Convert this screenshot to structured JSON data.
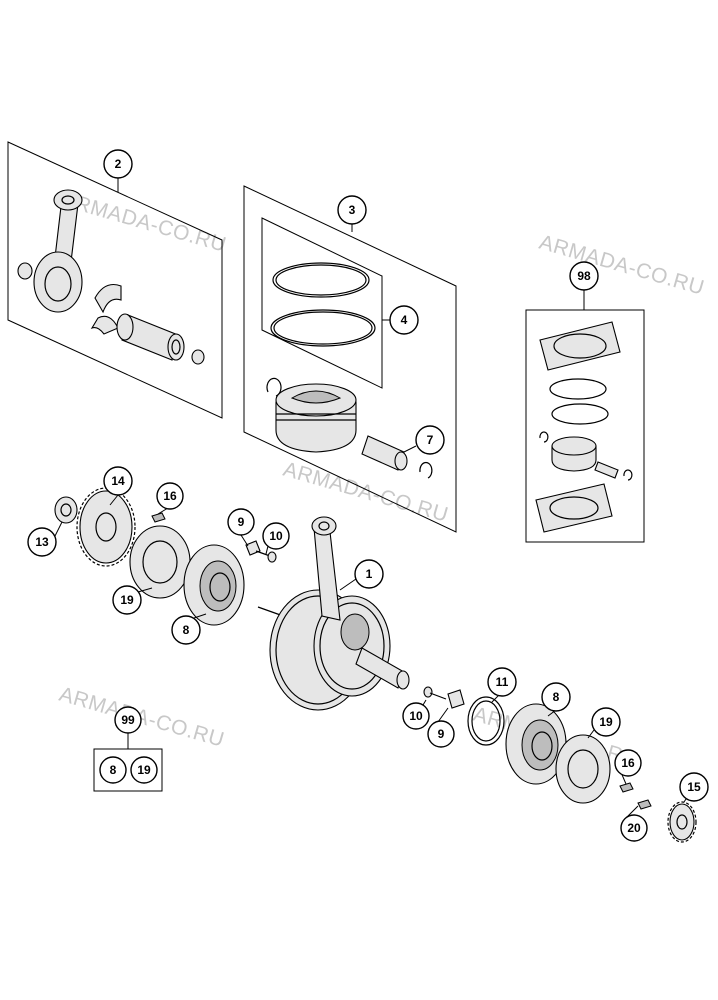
{
  "watermark": "ARMADA-CO.RU",
  "callouts": {
    "c1": "1",
    "c2": "2",
    "c3": "3",
    "c4": "4",
    "c7": "7",
    "c8a": "8",
    "c8b": "8",
    "c8k": "8",
    "c9a": "9",
    "c9b": "9",
    "c10a": "10",
    "c10b": "10",
    "c11": "11",
    "c13": "13",
    "c14": "14",
    "c15": "15",
    "c16a": "16",
    "c16b": "16",
    "c19a": "19",
    "c19b": "19",
    "c19k": "19",
    "c20": "20",
    "c98": "98",
    "c99": "99"
  }
}
